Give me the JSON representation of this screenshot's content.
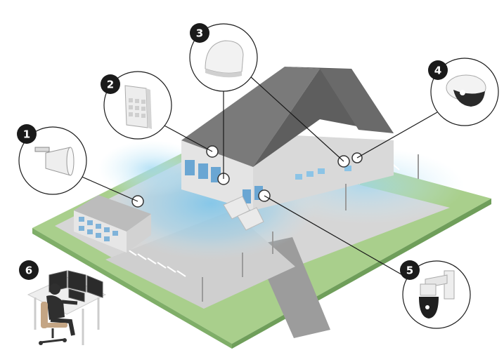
{
  "diagram": {
    "badges": [
      {
        "number": "1"
      },
      {
        "number": "2"
      },
      {
        "number": "3"
      },
      {
        "number": "4"
      },
      {
        "number": "5"
      },
      {
        "number": "6"
      }
    ]
  },
  "colors": {
    "lawn": "#a9cf8c",
    "lawn_edge": "#7fae68",
    "pavement": "#d4d4d4",
    "building_wall": "#e6e6e6",
    "roof": "#6e6e6e",
    "coverage": "#8fd0f0",
    "badge": "#1a1a1a",
    "lines": "#1a1a1a"
  }
}
